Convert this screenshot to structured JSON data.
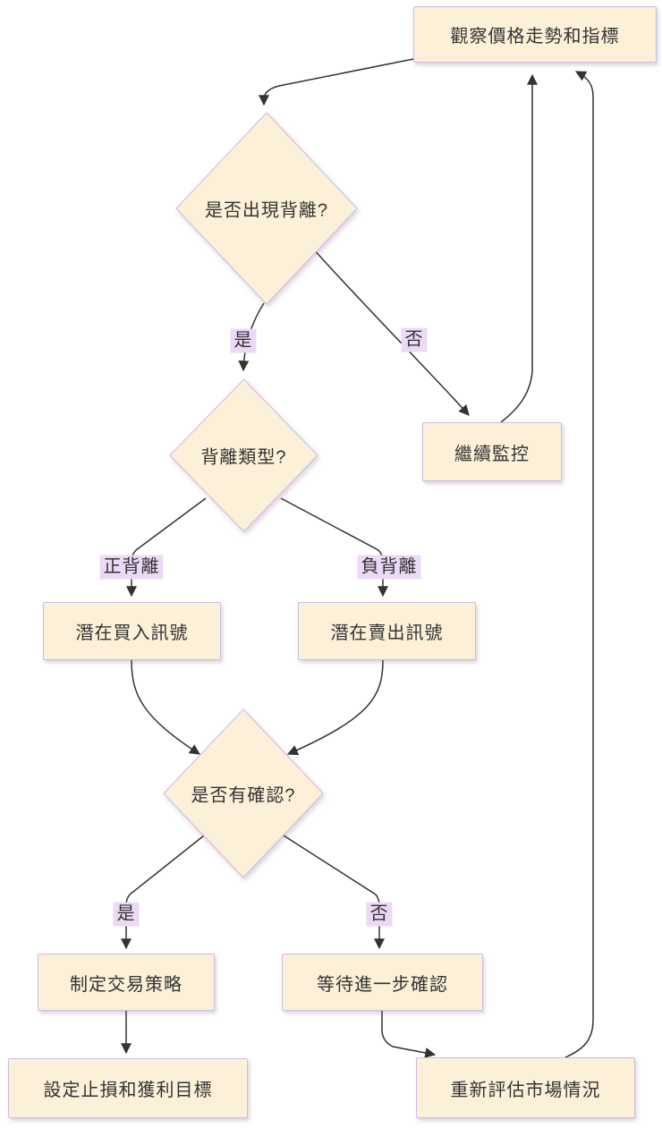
{
  "diagram": {
    "type": "flowchart",
    "language": "zh-Hant",
    "colors": {
      "background": "#ffffff",
      "node_fill": "#fdf0d8",
      "node_border": "#cfbce0",
      "edge_label_bg": "#ecd9f6",
      "text": "#333333",
      "edge_line": "#333333"
    },
    "nodes": {
      "observe": {
        "shape": "rect",
        "label": "觀察價格走勢和指標"
      },
      "divergeQ": {
        "shape": "diamond",
        "label": "是否出現背離?"
      },
      "typeQ": {
        "shape": "diamond",
        "label": "背離類型?"
      },
      "monitor": {
        "shape": "rect",
        "label": "繼續監控"
      },
      "buySignal": {
        "shape": "rect",
        "label": "潛在買入訊號"
      },
      "sellSignal": {
        "shape": "rect",
        "label": "潛在賣出訊號"
      },
      "confirmQ": {
        "shape": "diamond",
        "label": "是否有確認?"
      },
      "strategy": {
        "shape": "rect",
        "label": "制定交易策略"
      },
      "wait": {
        "shape": "rect",
        "label": "等待進一步確認"
      },
      "stopLoss": {
        "shape": "rect",
        "label": "設定止損和獲利目標"
      },
      "reassess": {
        "shape": "rect",
        "label": "重新評估市場情況"
      }
    },
    "edge_labels": {
      "yes1": "是",
      "no1": "否",
      "positive": "正背離",
      "negative": "負背離",
      "yes2": "是",
      "no2": "否"
    },
    "edges": [
      {
        "from": "observe",
        "to": "divergeQ",
        "label": ""
      },
      {
        "from": "divergeQ",
        "to": "typeQ",
        "label": "是"
      },
      {
        "from": "divergeQ",
        "to": "monitor",
        "label": "否"
      },
      {
        "from": "monitor",
        "to": "observe",
        "label": ""
      },
      {
        "from": "typeQ",
        "to": "buySignal",
        "label": "正背離"
      },
      {
        "from": "typeQ",
        "to": "sellSignal",
        "label": "負背離"
      },
      {
        "from": "buySignal",
        "to": "confirmQ",
        "label": ""
      },
      {
        "from": "sellSignal",
        "to": "confirmQ",
        "label": ""
      },
      {
        "from": "confirmQ",
        "to": "strategy",
        "label": "是"
      },
      {
        "from": "confirmQ",
        "to": "wait",
        "label": "否"
      },
      {
        "from": "strategy",
        "to": "stopLoss",
        "label": ""
      },
      {
        "from": "wait",
        "to": "reassess",
        "label": ""
      },
      {
        "from": "reassess",
        "to": "observe",
        "label": ""
      }
    ]
  }
}
